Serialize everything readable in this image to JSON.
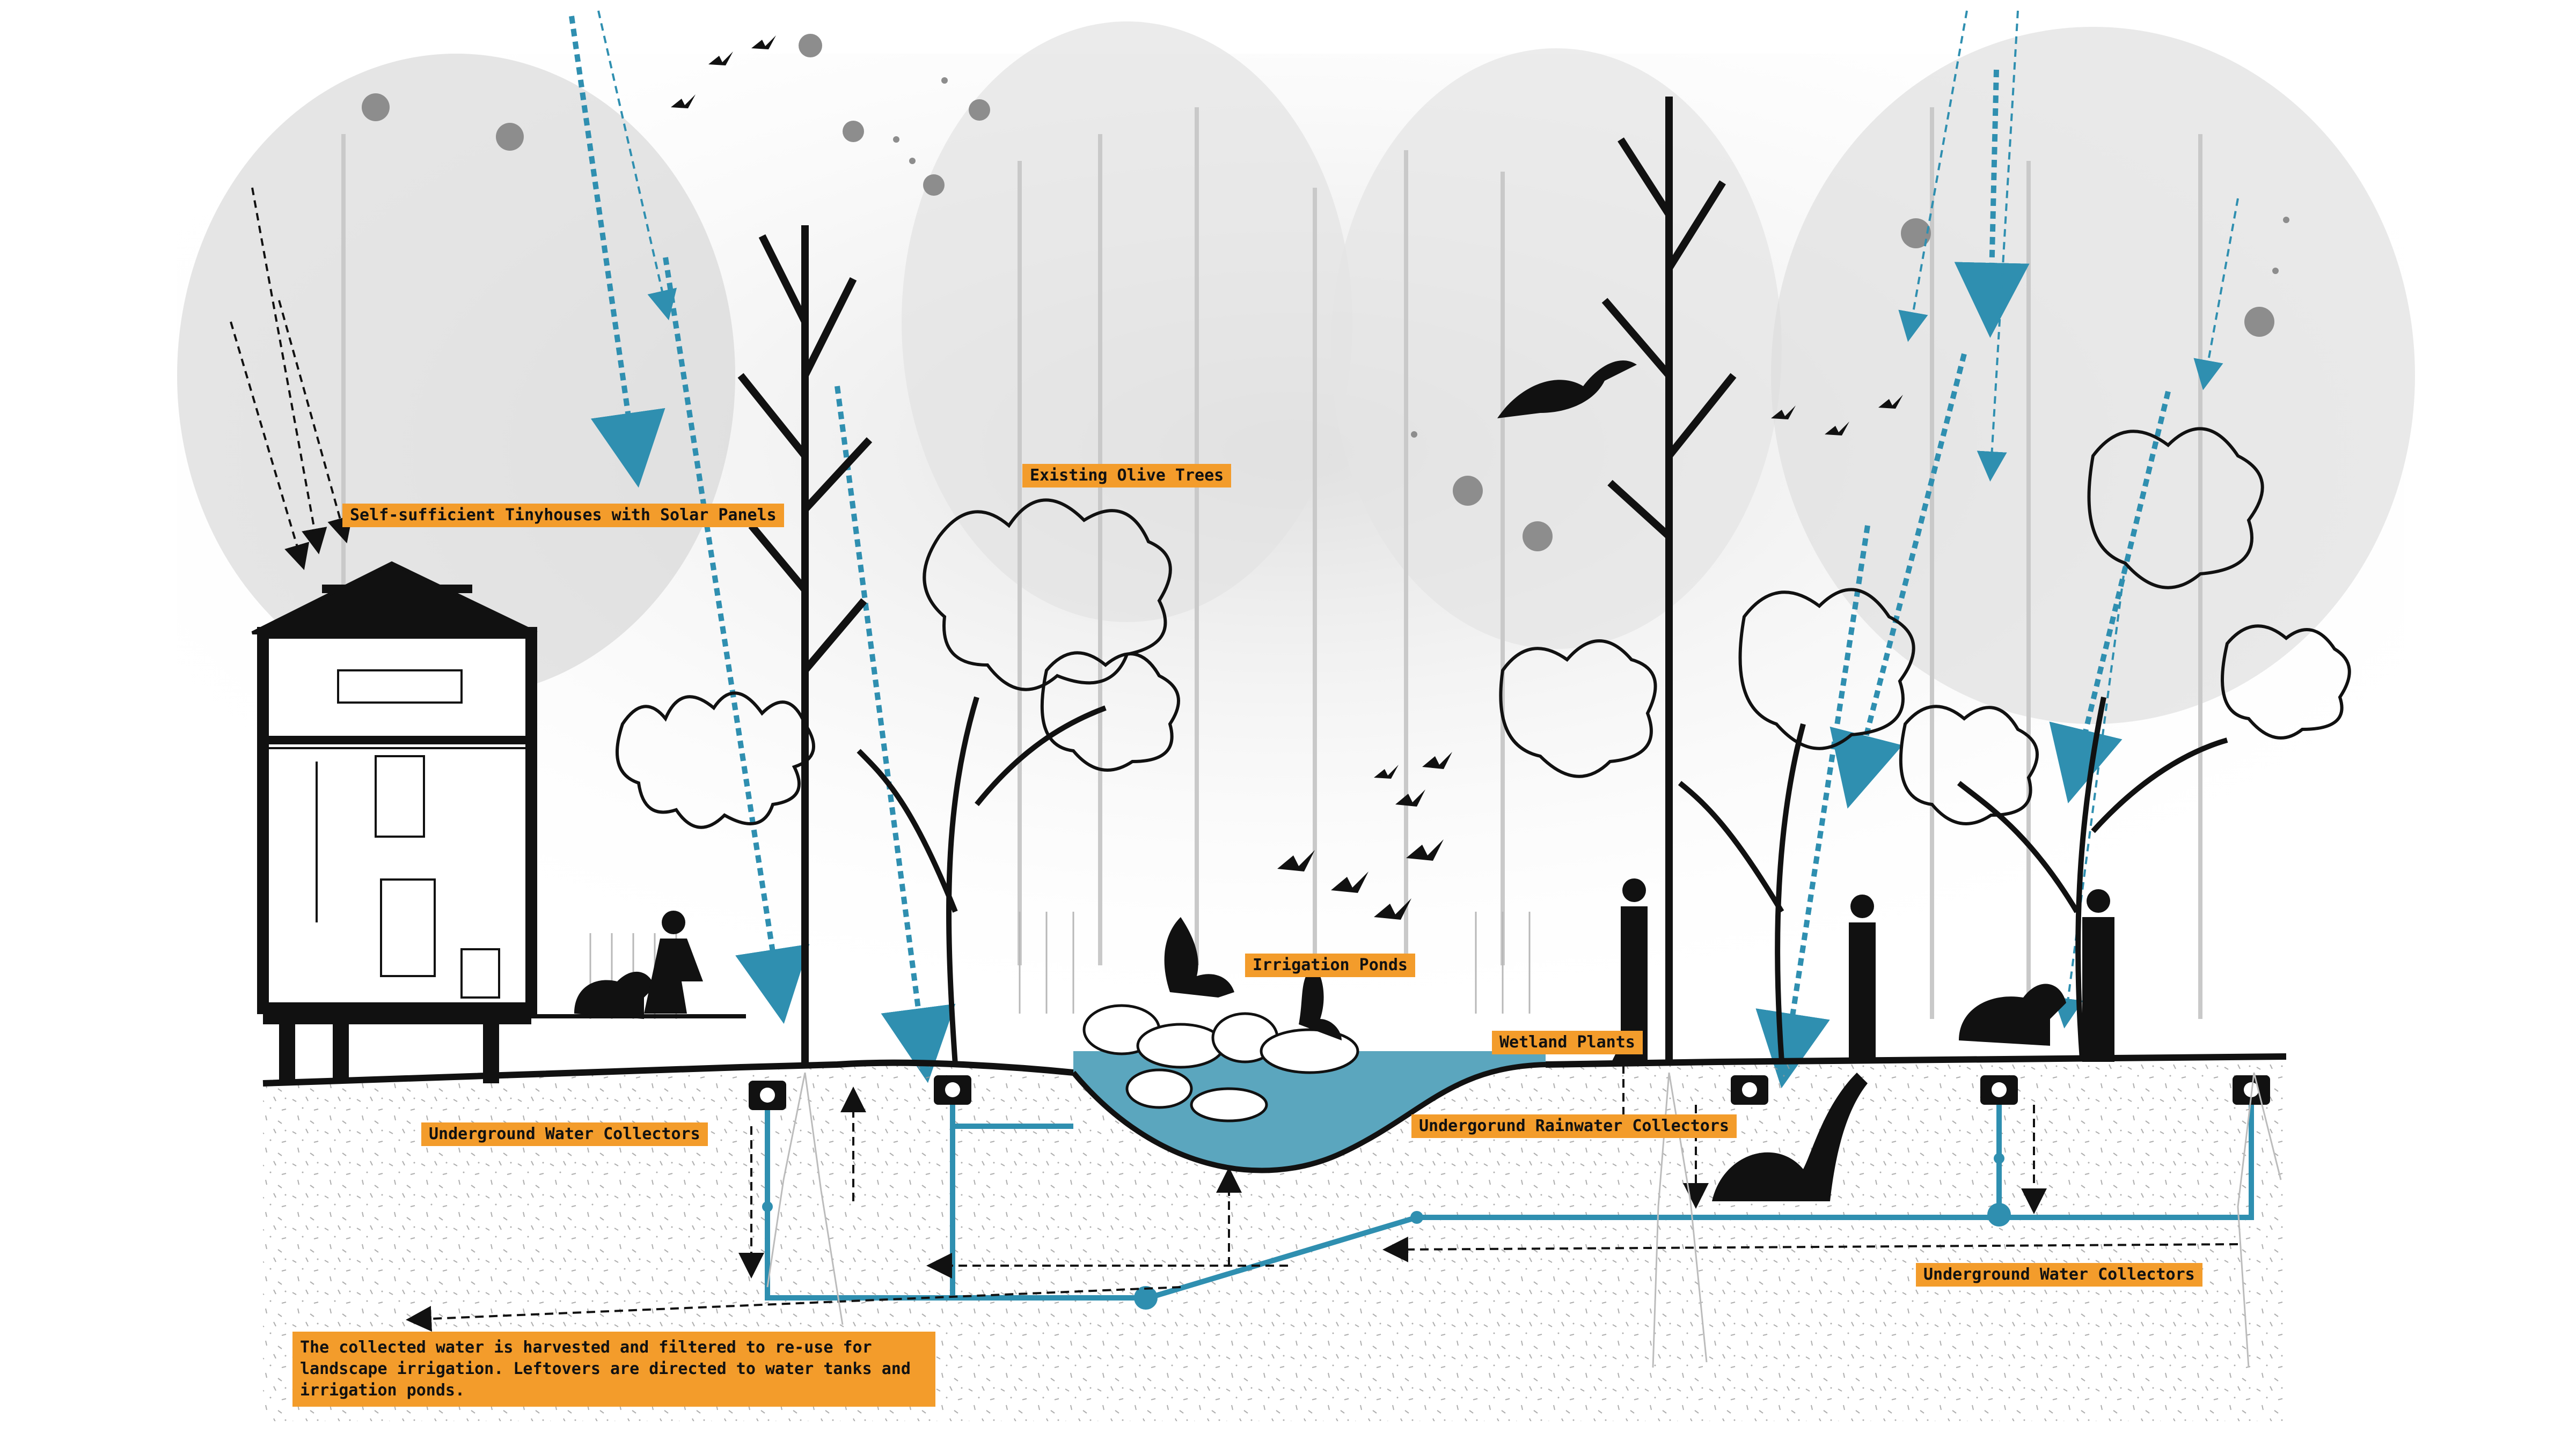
{
  "labels": {
    "tinyhouses": "Self-sufficient Tinyhouses with Solar Panels",
    "olive_trees": "Existing Olive Trees",
    "irrigation_ponds": "Irrigation Ponds",
    "wetland_plants": "Wetland Plants",
    "underground_collectors_left": "Underground Water Collectors",
    "underground_rainwater": "Undergorund Rainwater Collectors",
    "underground_collectors_right": "Underground Water Collectors",
    "harvest_note": "The collected water is harvested and filtered to re-use for landscape irrigation. Leftovers are directed to water tanks and irrigation ponds."
  },
  "colors": {
    "label_bg": "#f39c2b",
    "water_blue": "#2f8fb0",
    "pond_blue": "#3e97b3",
    "ink": "#111111",
    "fog_tree": "#d6d6d6",
    "pollution_dot": "#8d8d8d"
  },
  "icons": [
    "house-icon",
    "solar-panel-icon",
    "tree-icon",
    "bird-icon",
    "heron-icon",
    "duck-icon",
    "dog-icon",
    "person-icon",
    "mole-icon",
    "water-collector-icon",
    "rain-arrow-icon"
  ]
}
